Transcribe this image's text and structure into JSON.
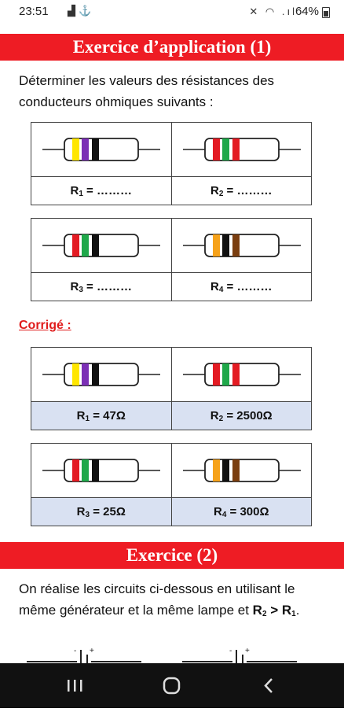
{
  "status": {
    "time": "23:51",
    "battery": "64%"
  },
  "section1": {
    "title": "Exercice d’application (1)"
  },
  "intro_text": "Déterminer les valeurs des résistances des conducteurs ohmiques suivants :",
  "exercise": [
    {
      "id": "R1",
      "sub": "1",
      "label": "R",
      "suffix": " = ………",
      "bands": [
        "#ffe600",
        "#7b2fb5",
        "#111111"
      ]
    },
    {
      "id": "R2",
      "sub": "2",
      "label": "R",
      "suffix": " = ………",
      "bands": [
        "#e31b23",
        "#1fa84a",
        "#e31b23"
      ]
    },
    {
      "id": "R3",
      "sub": "3",
      "label": "R",
      "suffix": " = ………",
      "bands": [
        "#e31b23",
        "#1fa84a",
        "#111111"
      ]
    },
    {
      "id": "R4",
      "sub": "4",
      "label": "R",
      "suffix": " = ………",
      "bands": [
        "#f6a21a",
        "#111111",
        "#7a3e10"
      ]
    }
  ],
  "correction_label": "Corrigé :",
  "answers": [
    {
      "id": "R1",
      "sub": "1",
      "label": "R",
      "suffix": " = 47Ω",
      "bands": [
        "#ffe600",
        "#7b2fb5",
        "#111111"
      ]
    },
    {
      "id": "R2",
      "sub": "2",
      "label": "R",
      "suffix": " = 2500Ω",
      "bands": [
        "#e31b23",
        "#1fa84a",
        "#e31b23"
      ]
    },
    {
      "id": "R3",
      "sub": "3",
      "label": "R",
      "suffix": " = 25Ω",
      "bands": [
        "#e31b23",
        "#1fa84a",
        "#111111"
      ]
    },
    {
      "id": "R4",
      "sub": "4",
      "label": "R",
      "suffix": " = 300Ω",
      "bands": [
        "#f6a21a",
        "#111111",
        "#7a3e10"
      ]
    }
  ],
  "section2": {
    "title": "Exercice (2)"
  },
  "ex2_text_a": "On réalise les circuits ci-dessous en utilisant le même générateur et la même lampe et",
  "ex2_text_b": "R",
  "ex2_sub_b": "2",
  "ex2_text_c": " > R",
  "ex2_sub_c": "1",
  "ex2_text_d": ".",
  "circuit_signs": {
    "minus": "-",
    "plus": "+"
  },
  "colors": {
    "banner": "#ee1c24",
    "answer_row": "#d9e1f2",
    "corrige": "#e01b1b"
  }
}
